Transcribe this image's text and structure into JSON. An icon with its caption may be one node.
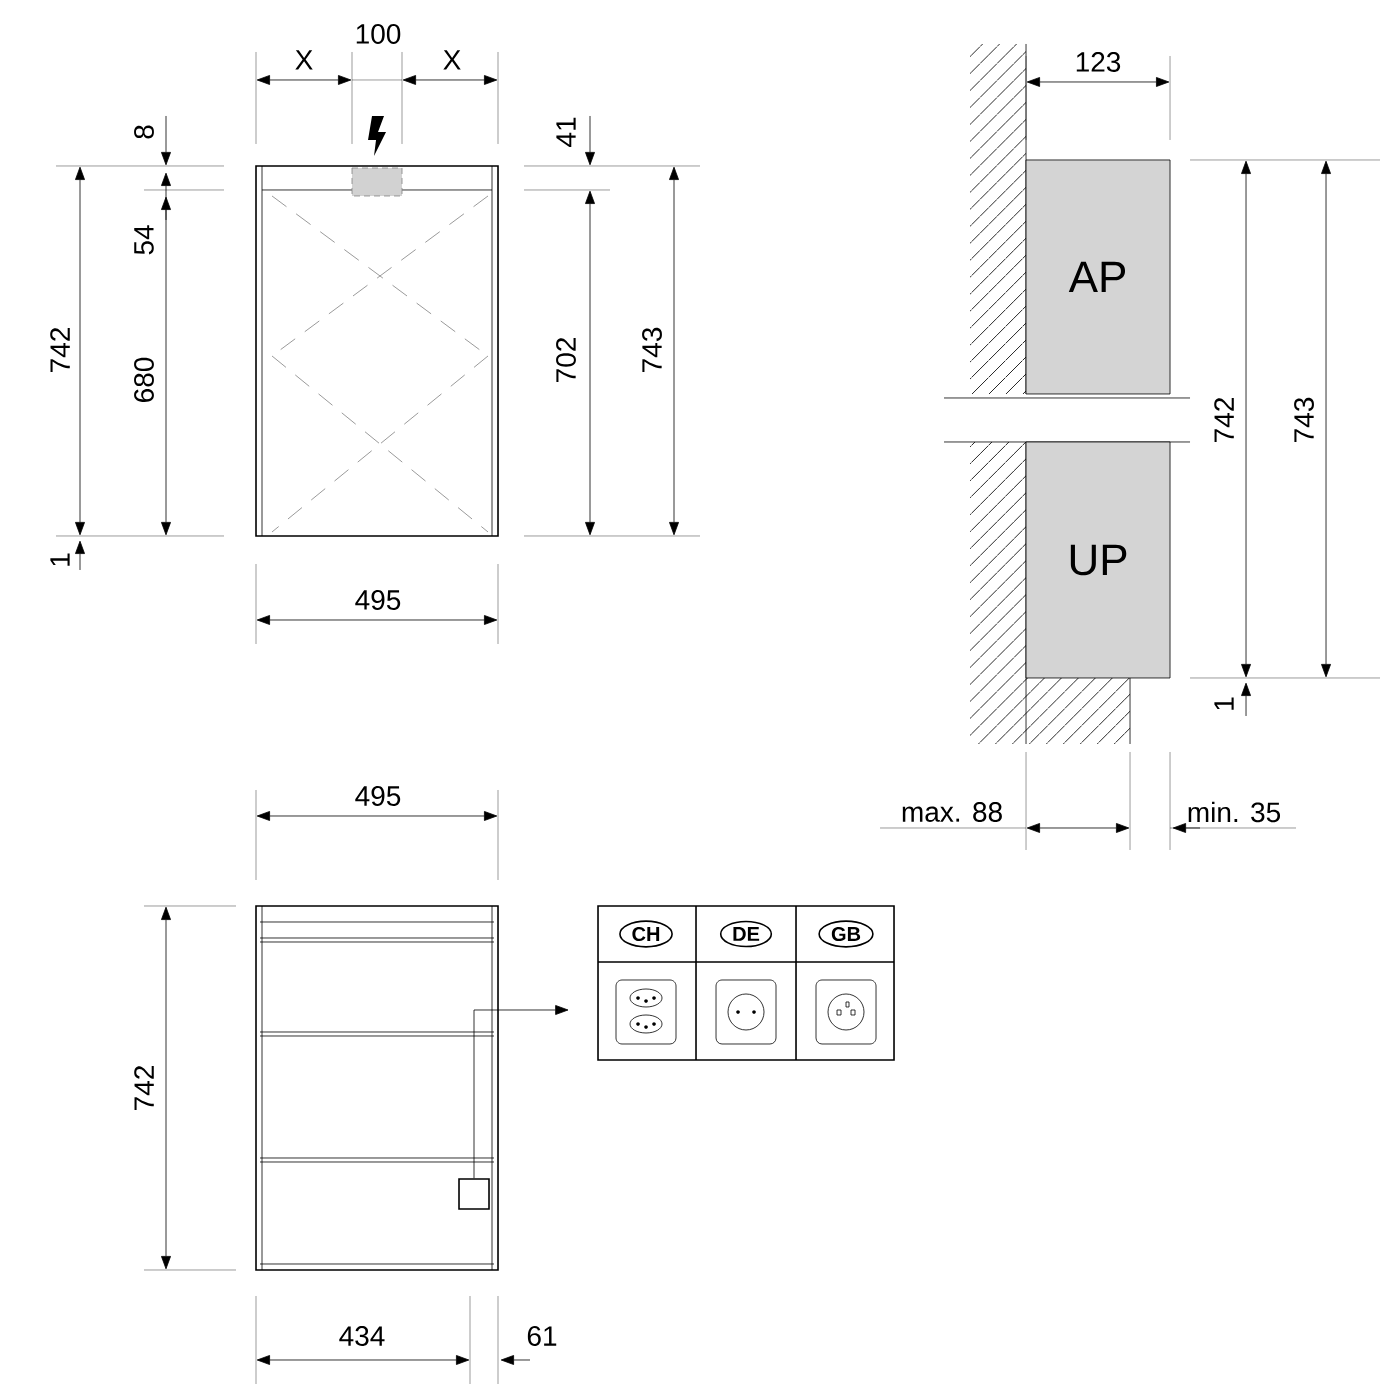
{
  "diagram": {
    "nodes": [
      {
        "text": [],
        "shape": "box"
      },
      {
        "text": [],
        "shape": "box"
      },
      {
        "text": [
          "CH"
        ],
        "in": 1
      },
      {
        "text": [
          "DE"
        ],
        "in": 1
      },
      {
        "text": [
          "GB"
        ],
        "in": 1
      },
      {
        "text": [
          "AP"
        ]
      },
      {
        "text": [
          "UP"
        ]
      }
    ],
    "edges": [
      {
        "from": 0,
        "to": 1,
        "arrow": "to"
      }
    ],
    "labels": [
      "X",
      "100",
      "X",
      "8",
      "54",
      "680",
      "742",
      "1",
      "41",
      "702",
      "743",
      "495",
      "123",
      "742",
      "743",
      "1",
      "max. 88",
      "min. 35",
      "495",
      "742",
      "434",
      "61"
    ]
  }
}
